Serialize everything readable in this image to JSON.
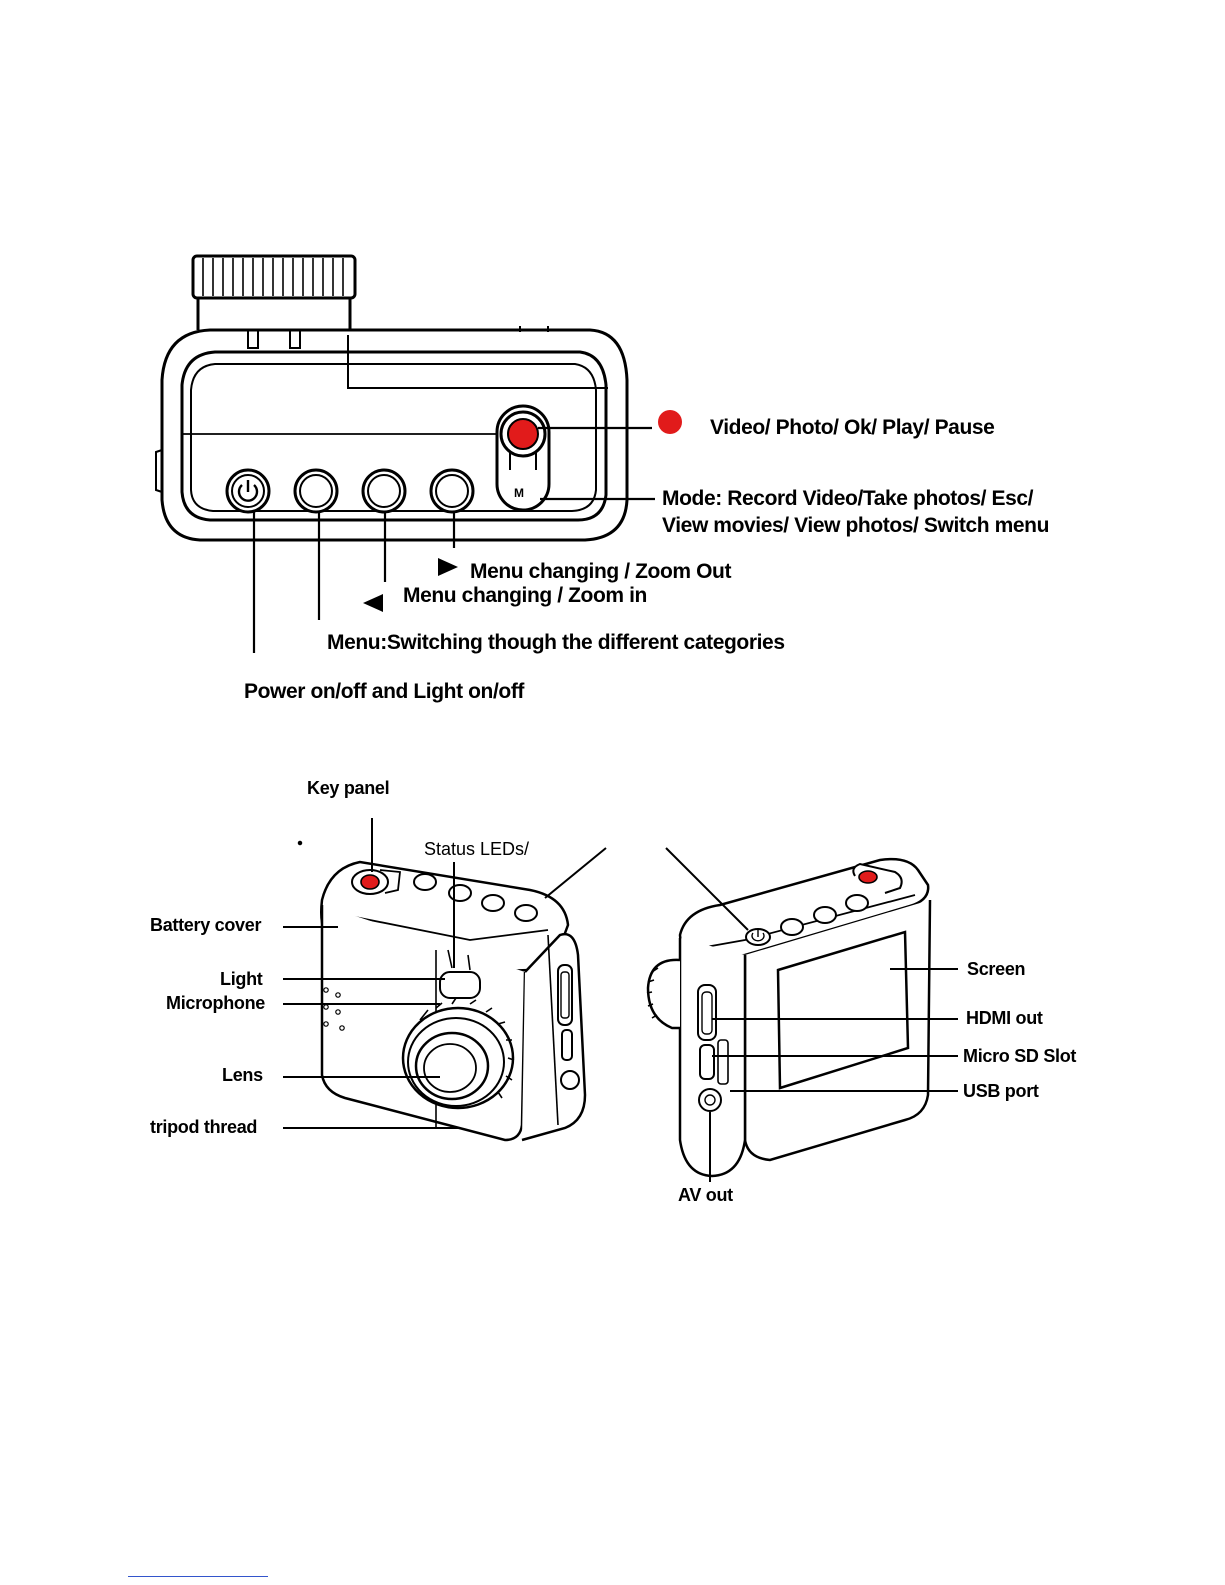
{
  "top_diagram": {
    "labels": {
      "record_button": "Video/ Photo/ Ok/ Play/ Pause",
      "mode_button_line1": "Mode: Record Video/Take photos/ Esc/",
      "mode_button_line2": "View movies/ View photos/ Switch menu",
      "right_button": "Menu changing / Zoom Out",
      "left_button": "Menu changing / Zoom in",
      "menu_button": "Menu:Switching though the different categories",
      "power_button": "Power on/off and Light on/off",
      "mode_key_letter": "M"
    },
    "colors": {
      "record": "#e11b1b",
      "line": "#000000"
    }
  },
  "bottom_diagram": {
    "labels": {
      "key_panel": "Key panel",
      "status_leds": "Status LEDs/",
      "battery_cover": "Battery cover",
      "light": "Light",
      "microphone": "Microphone",
      "lens": "Lens",
      "tripod_thread": "tripod thread",
      "screen": "Screen",
      "hdmi_out": "HDMI out",
      "micro_sd_slot": "Micro SD Slot",
      "usb_port": "USB port",
      "av_out": "AV out"
    }
  }
}
